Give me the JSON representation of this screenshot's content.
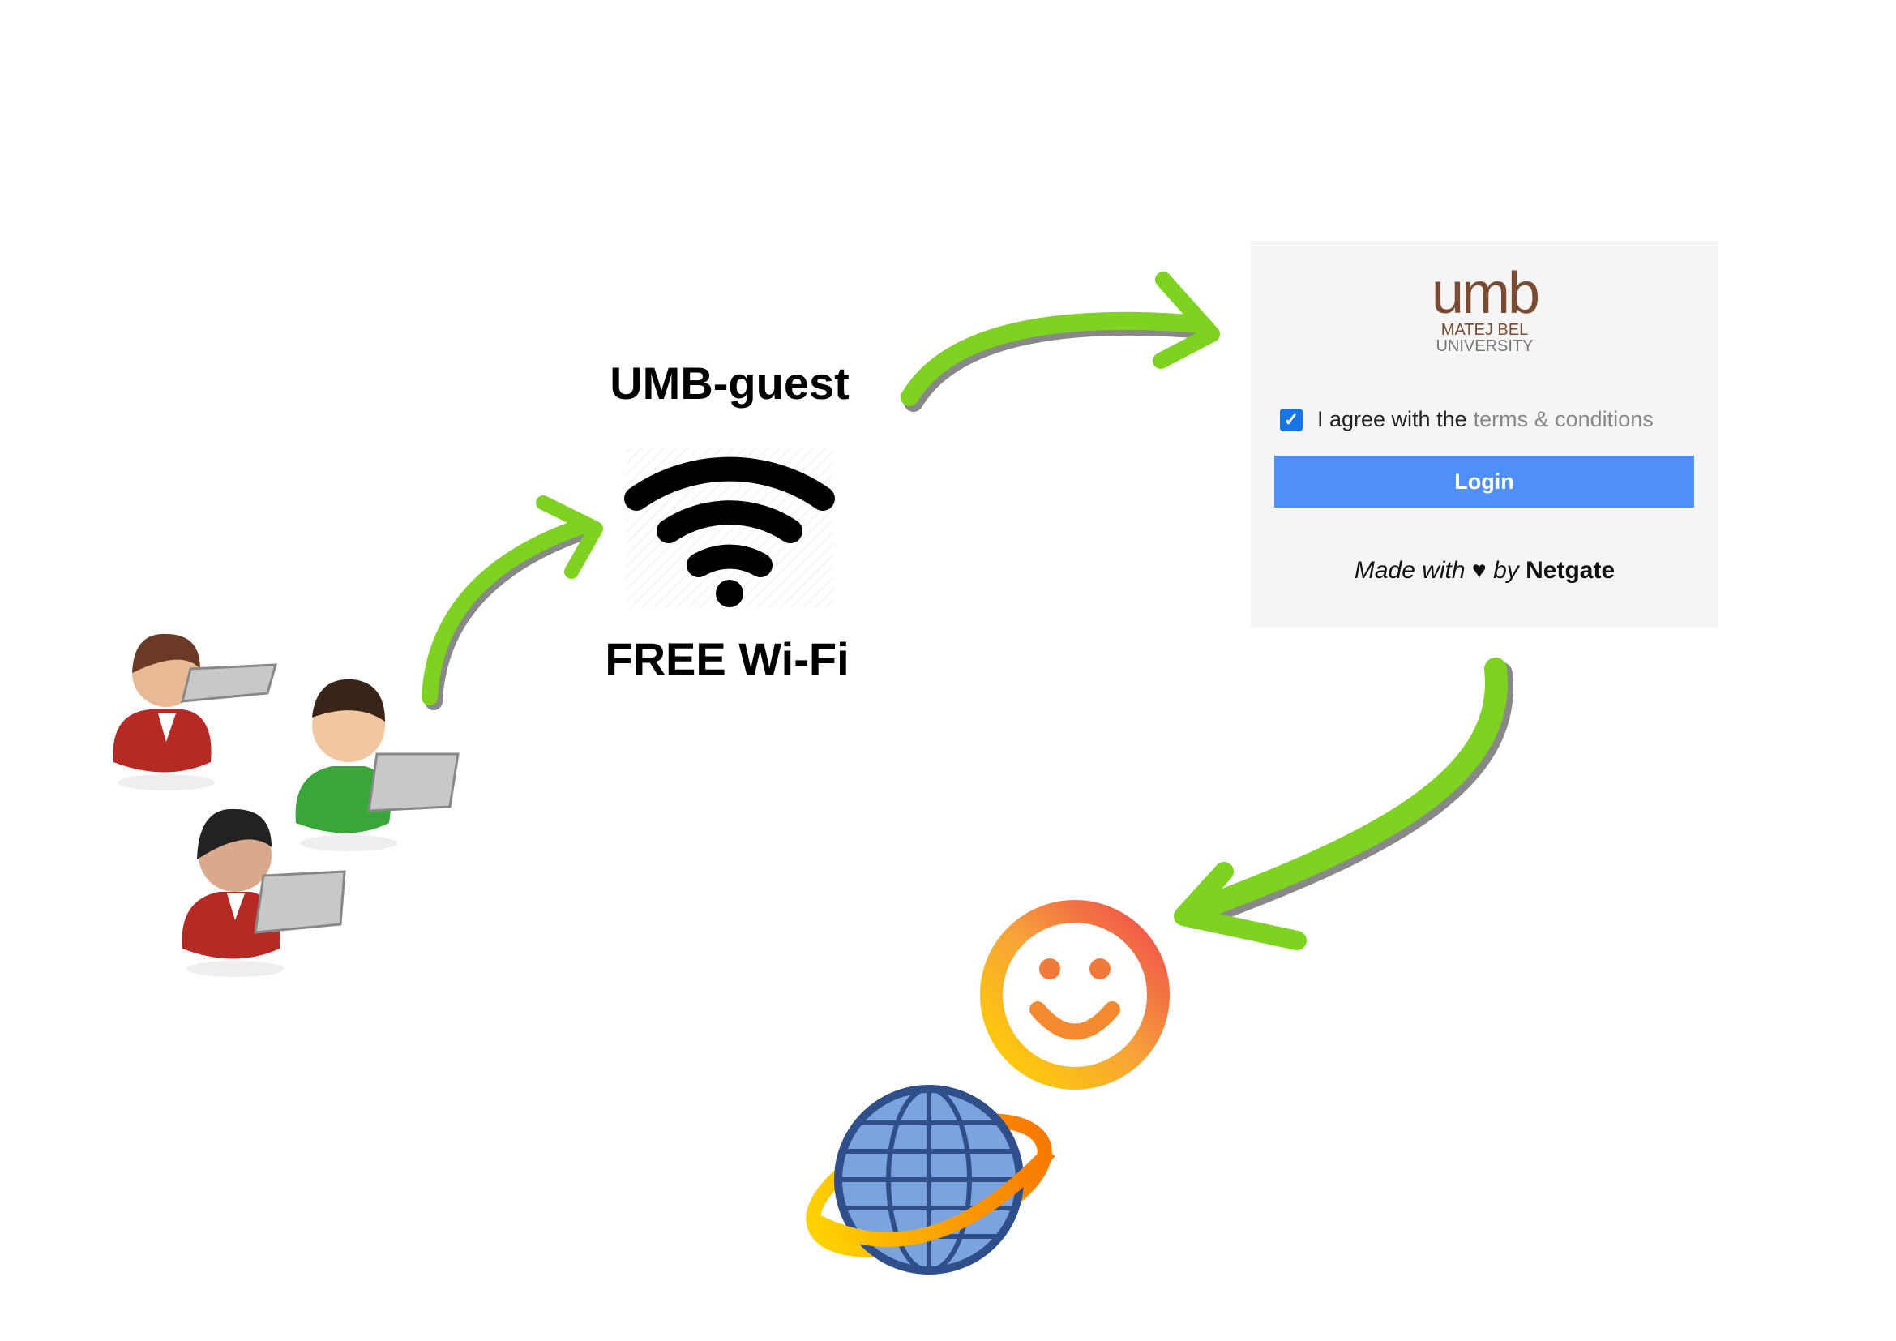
{
  "network": {
    "ssid": "UMB-guest",
    "caption": "FREE Wi-Fi"
  },
  "portal": {
    "logo": {
      "mark": "umb",
      "line1": "MATEJ BEL",
      "line2": "UNIVERSITY"
    },
    "agree_text": "I agree with the",
    "terms_link": "terms & conditions",
    "agree_checked": true,
    "login_label": "Login",
    "footer": {
      "made_with": "Made with",
      "heart": "♥",
      "by": "by",
      "brand": "Netgate"
    }
  },
  "colors": {
    "arrow": "#7ed321",
    "login": "#4f8ff7",
    "umb_brown": "#7a4a32",
    "checkbox": "#1a73e8"
  },
  "icons": [
    "users-with-laptops-icon",
    "wifi-icon",
    "smiley-icon",
    "globe-icon"
  ]
}
